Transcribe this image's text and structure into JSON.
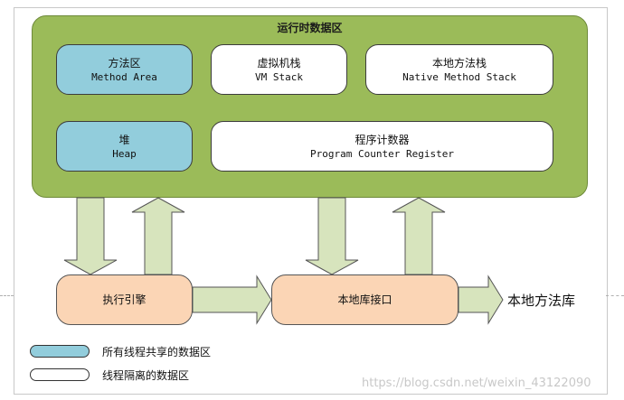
{
  "runtime_area": {
    "title": "运行时数据区"
  },
  "method_area": {
    "cn": "方法区",
    "en": "Method Area"
  },
  "vm_stack": {
    "cn": "虚拟机栈",
    "en": "VM Stack"
  },
  "native_stack": {
    "cn": "本地方法栈",
    "en": "Native Method Stack"
  },
  "heap": {
    "cn": "堆",
    "en": "Heap"
  },
  "pc_register": {
    "cn": "程序计数器",
    "en": "Program Counter Register"
  },
  "execution_engine": {
    "label": "执行引擎"
  },
  "native_interface": {
    "label": "本地库接口"
  },
  "native_library": {
    "label": "本地方法库"
  },
  "legend": [
    {
      "label": "所有线程共享的数据区",
      "color": "#92cddc"
    },
    {
      "label": "线程隔离的数据区",
      "color": "#ffffff"
    }
  ],
  "watermark": "https://blog.csdn.net/weixin_43122090",
  "colors": {
    "runtime_bg": "#9bbb59",
    "shared_bg": "#92cddc",
    "isolated_bg": "#ffffff",
    "module_bg": "#fbd5b5",
    "arrow_fill": "#d7e4bd"
  }
}
